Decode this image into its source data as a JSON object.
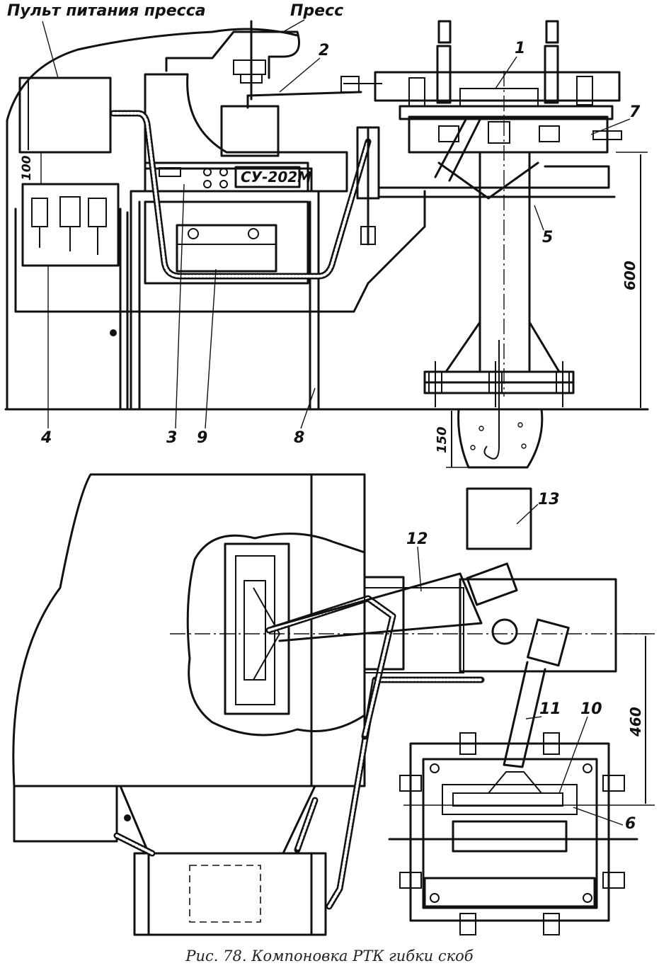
{
  "labels": {
    "press_console": "Пульт питания пресса",
    "press": "Пресс",
    "control_unit": "СУ-202М",
    "n1": "1",
    "n2": "2",
    "n3": "3",
    "n4": "4",
    "n5": "5",
    "n6": "6",
    "n7": "7",
    "n8": "8",
    "n9": "9",
    "n10": "10",
    "n11": "11",
    "n12": "12",
    "n13": "13"
  },
  "dimensions": {
    "d100": "100",
    "d600": "600",
    "d150": "150",
    "d460": "460"
  },
  "caption": "Рис. 78. Компоновка РТК гибки скоб"
}
